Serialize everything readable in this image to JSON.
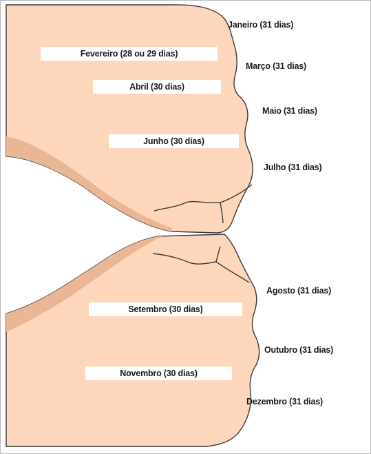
{
  "colors": {
    "skin": "#fdd6bc",
    "shade": "#eab796",
    "outline": "#3a3a3a"
  },
  "months": {
    "janeiro": "Janeiro (31 dias)",
    "fevereiro": "Fevereiro (28 ou 29 dias)",
    "marco": "Março (31 dias)",
    "abril": "Abril (30 dias)",
    "maio": "Maio (31 dias)",
    "junho": "Junho (30 dias)",
    "julho": "Julho (31 dias)",
    "agosto": "Agosto (31 dias)",
    "setembro": "Setembro (30 dias)",
    "outubro": "Outubro (31 dias)",
    "novembro": "Novembro (30 dias)",
    "dezembro": "Dezembro (31 dias)"
  }
}
